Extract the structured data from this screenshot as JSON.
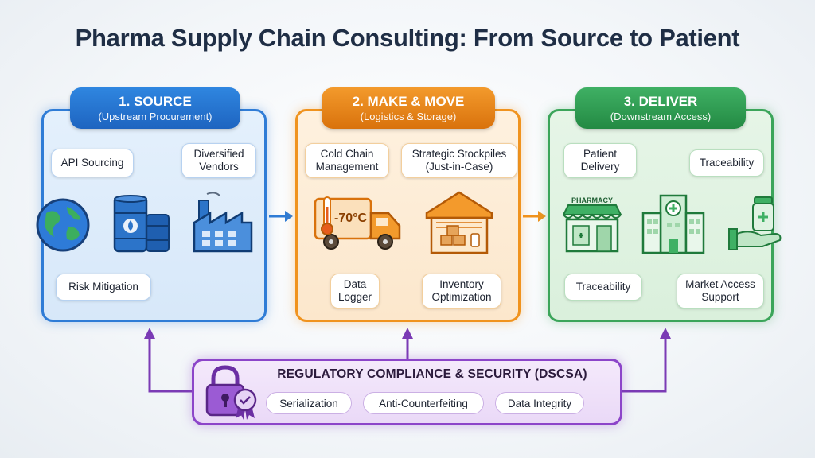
{
  "title": "Pharma Supply Chain Consulting: From Source to Patient",
  "colors": {
    "source": "#2f7cd6",
    "make_move": "#f0931e",
    "deliver": "#3ba55a",
    "regulatory": "#8c45c9",
    "title": "#1f2e45"
  },
  "stages": [
    {
      "heading": "1. SOURCE",
      "subheading": "(Upstream Procurement)",
      "callouts": [
        "API Sourcing",
        "Diversified Vendors",
        "Risk Mitigation"
      ],
      "icons": [
        "globe-icon",
        "oil-barrels-icon",
        "factory-icon"
      ]
    },
    {
      "heading": "2. MAKE & MOVE",
      "subheading": "(Logistics & Storage)",
      "callouts": [
        "Cold Chain Management",
        "Strategic Stockpiles (Just-in-Case)",
        "Data Logger",
        "Inventory Optimization"
      ],
      "temperature": "-70°C",
      "icons": [
        "refrigerated-truck-icon",
        "thermometer-icon",
        "warehouse-icon"
      ]
    },
    {
      "heading": "3. DELIVER",
      "subheading": "(Downstream Access)",
      "callouts": [
        "Patient Delivery",
        "Traceability",
        "Traceability",
        "Market Access Support"
      ],
      "pharmacy_sign": "PHARMACY",
      "icons": [
        "pharmacy-icon",
        "hospital-icon",
        "medicine-hand-icon"
      ]
    }
  ],
  "regulatory": {
    "title": "REGULATORY COMPLIANCE & SECURITY (DSCSA)",
    "pills": [
      "Serialization",
      "Anti-Counterfeiting",
      "Data Integrity"
    ],
    "icons": [
      "padlock-icon",
      "certificate-badge-icon"
    ]
  }
}
